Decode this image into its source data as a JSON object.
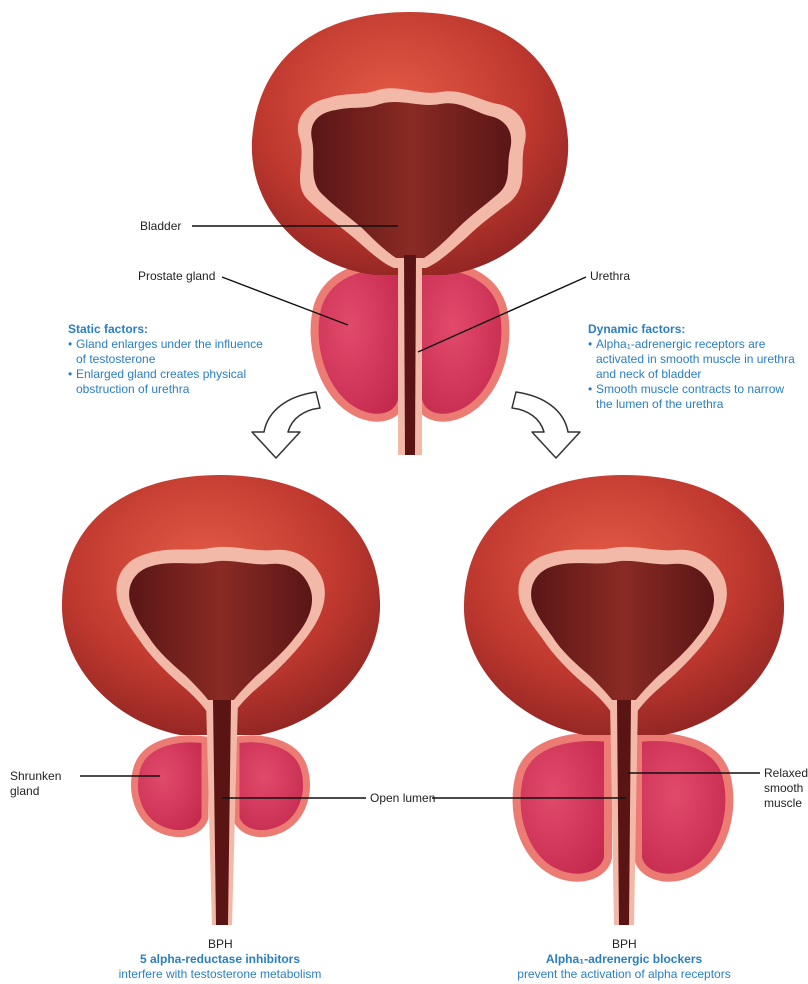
{
  "labels": {
    "bladder": "Bladder",
    "prostate": "Prostate gland",
    "urethra": "Urethra",
    "shrunken": "Shrunken\ngland",
    "open_lumen": "Open lumen",
    "relaxed": "Relaxed\nsmooth\nmuscle",
    "bph_left": "BPH",
    "bph_right": "BPH"
  },
  "static_factors": {
    "title": "Static factors:",
    "items": [
      "Gland enlarges under the influence of testosterone",
      "Enlarged gland creates physical obstruction of urethra"
    ]
  },
  "dynamic_factors": {
    "title": "Dynamic factors:",
    "items": [
      "Alpha₁-adrenergic receptors are activated in smooth muscle in urethra and neck of bladder",
      "Smooth muscle contracts to narrow the lumen of the urethra"
    ]
  },
  "captions": {
    "left_title": "5 alpha-reductase inhibitors",
    "left_sub": "interfere with testosterone metabolism",
    "right_title": "Alpha₁-adrenergic blockers",
    "right_sub": "prevent the activation of alpha receptors"
  },
  "colors": {
    "bladder_outer": "#c0392f",
    "bladder_dark": "#6e1a1a",
    "lining": "#f2b8a8",
    "gland": "#d7345a",
    "gland_rim": "#ec7b74",
    "urethra": "#5a1414",
    "accent_text": "#2a7fc0"
  }
}
